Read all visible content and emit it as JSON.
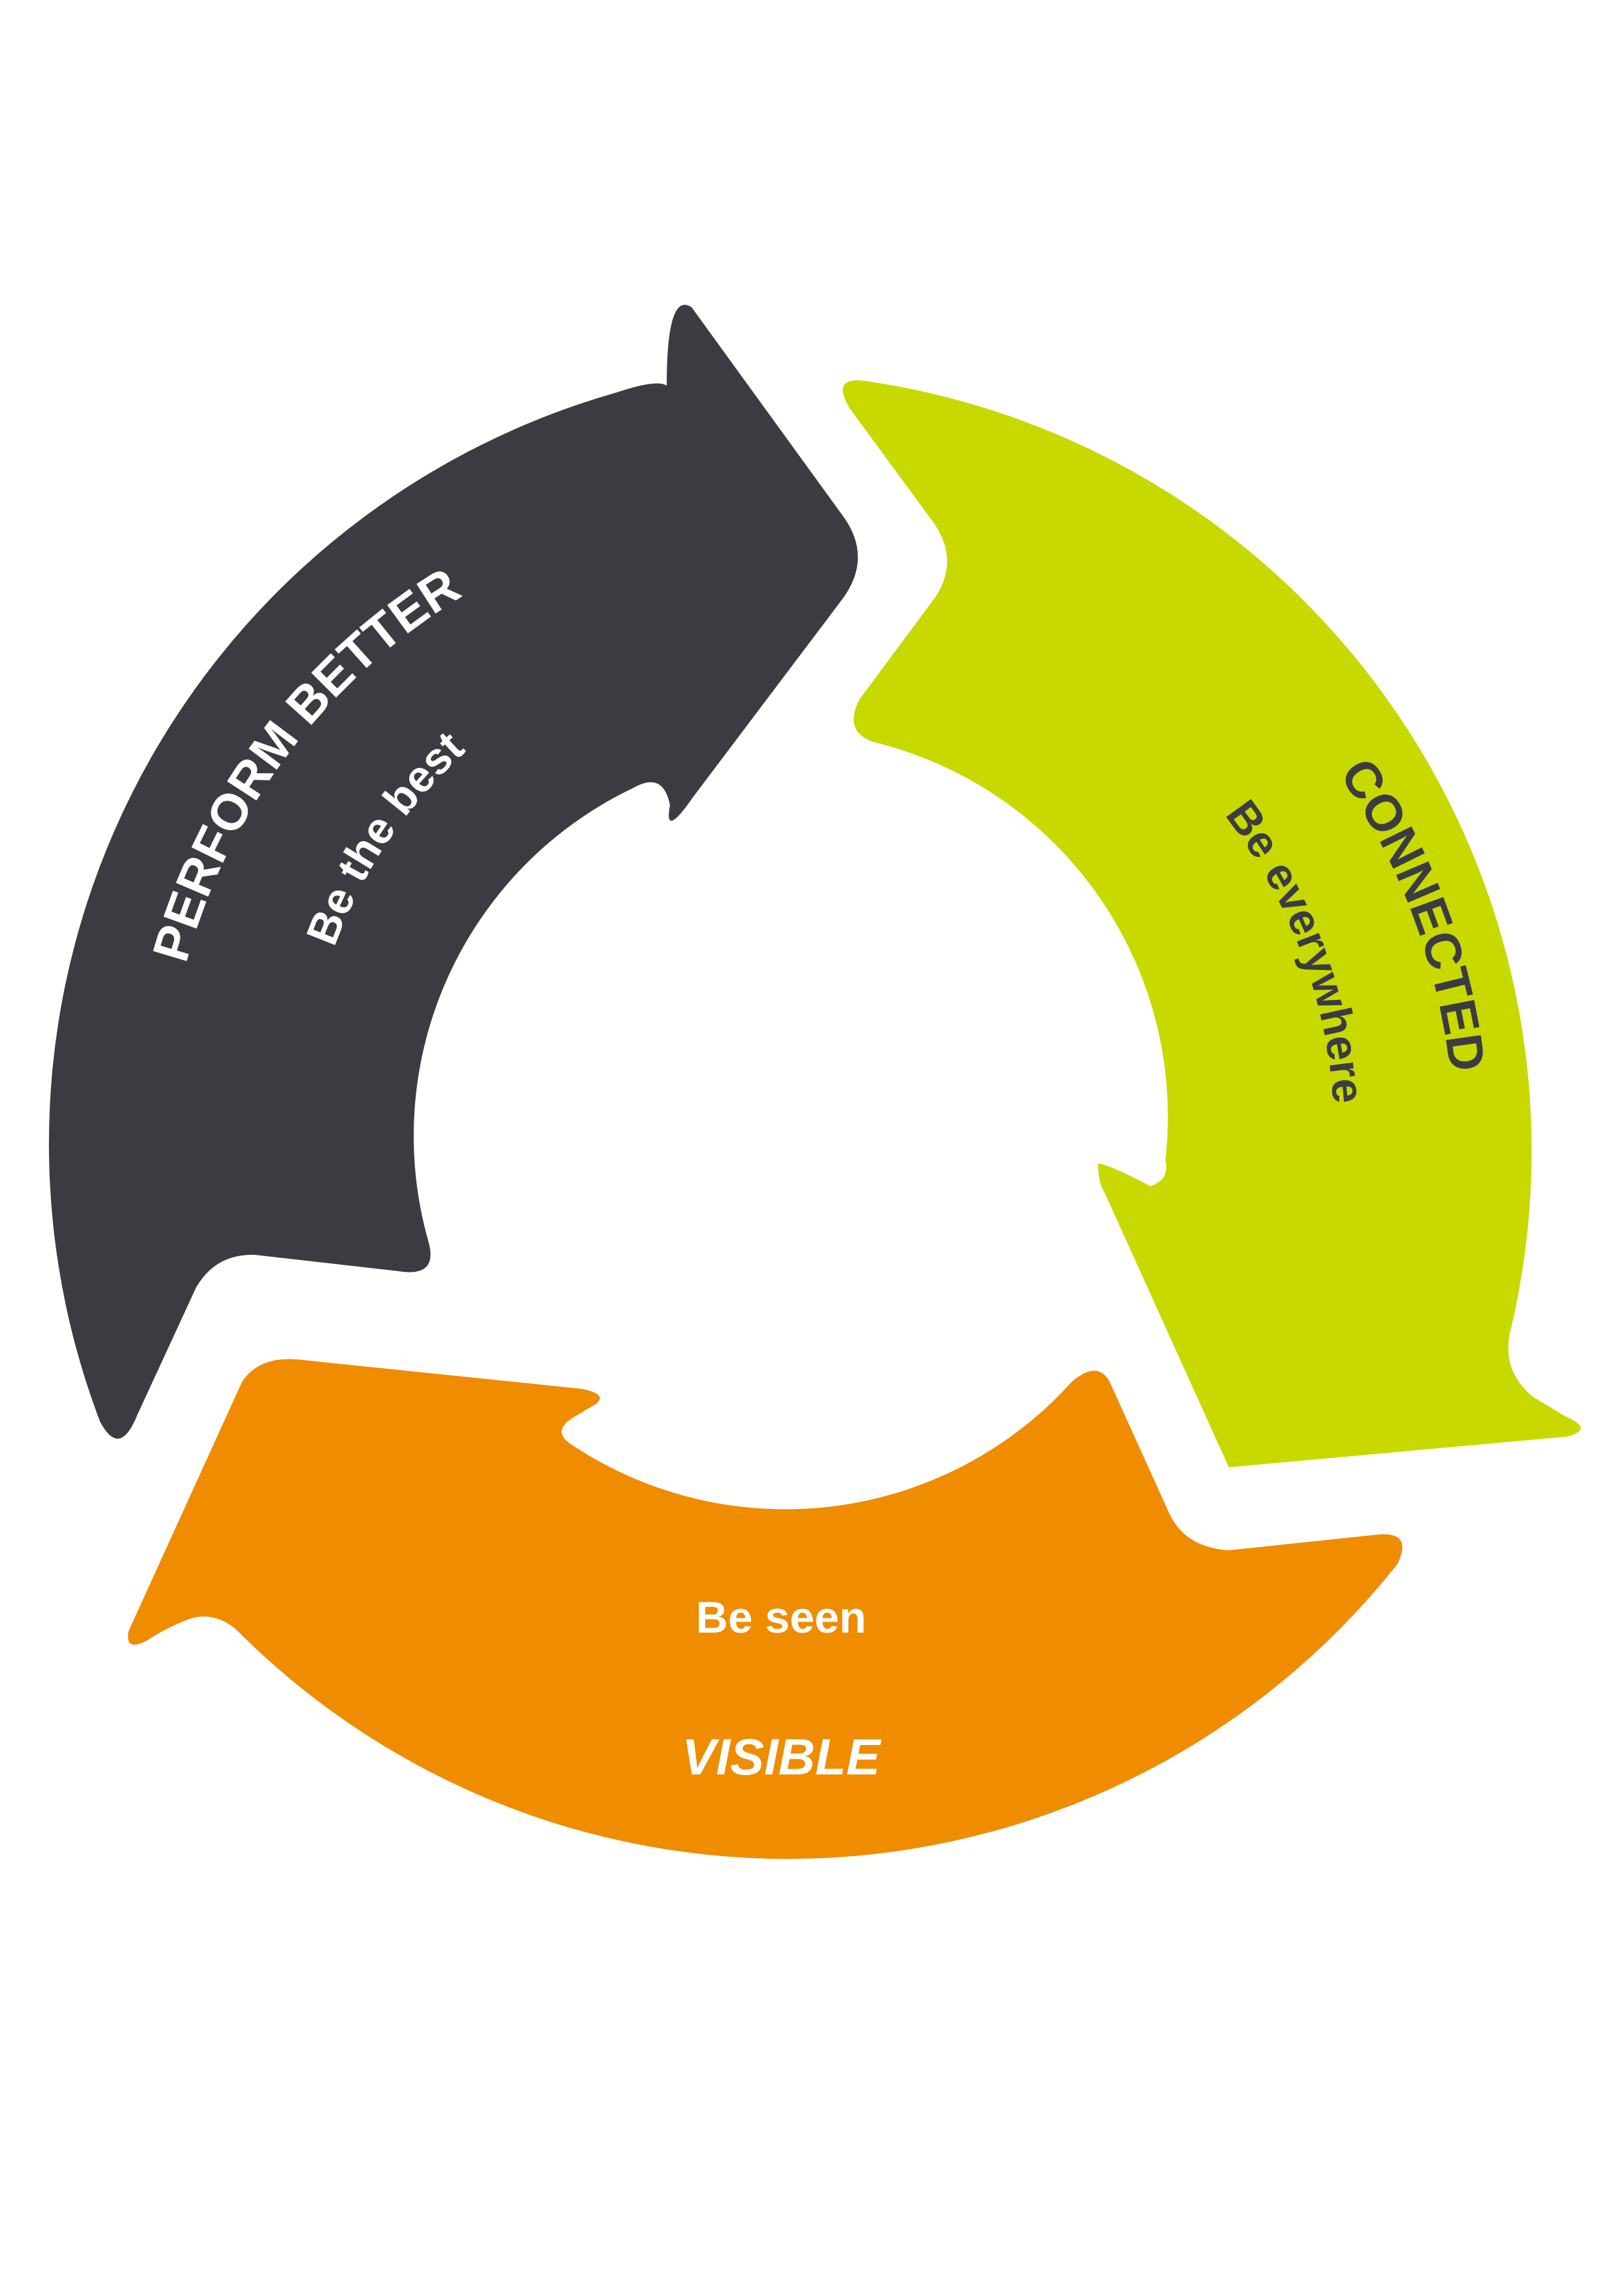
{
  "diagram": {
    "type": "cycle",
    "segments": [
      {
        "id": "perform-better",
        "title": "PERFORM BETTER",
        "subtitle": "Be the best",
        "color": "#3B3C42",
        "text_color": "#FFFFFF"
      },
      {
        "id": "connected",
        "title": "CONNECTED",
        "subtitle": "Be everywhere",
        "color": "#C8D900",
        "text_color": "#3B3C42"
      },
      {
        "id": "visible",
        "title": "VISIBLE",
        "subtitle": "Be seen",
        "color": "#EF8C00",
        "text_color": "#FFFFFF"
      }
    ]
  }
}
